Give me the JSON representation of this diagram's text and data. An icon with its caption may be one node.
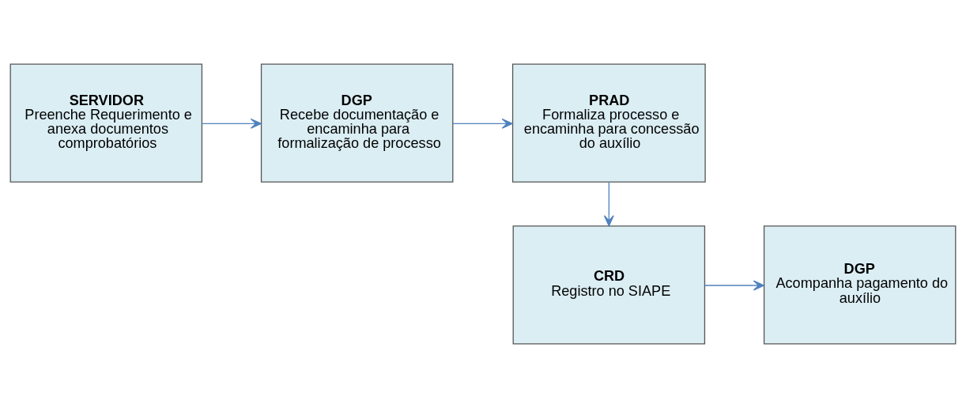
{
  "diagram": {
    "nodes": [
      {
        "text": [
          "SERVIDOR",
          "Preenche Requerimento e anexa documentos comprobatórios"
        ]
      },
      {
        "text": [
          "DGP",
          "Recebe documentação e encaminha para formalização de processo"
        ]
      },
      {
        "text": [
          "PRAD",
          "Formaliza processo e encaminha para concessão do auxílio"
        ]
      },
      {
        "text": [
          "CRD",
          "Registro no SIAPE"
        ]
      },
      {
        "text": [
          "DGP",
          "Acompanha pagamento do auxílio"
        ]
      }
    ],
    "edges": [
      {
        "from": 0,
        "to": 1,
        "arrow": "to"
      },
      {
        "from": 1,
        "to": 2,
        "arrow": "to"
      },
      {
        "from": 2,
        "to": 3,
        "arrow": "to"
      },
      {
        "from": 3,
        "to": 4,
        "arrow": "to"
      }
    ]
  }
}
